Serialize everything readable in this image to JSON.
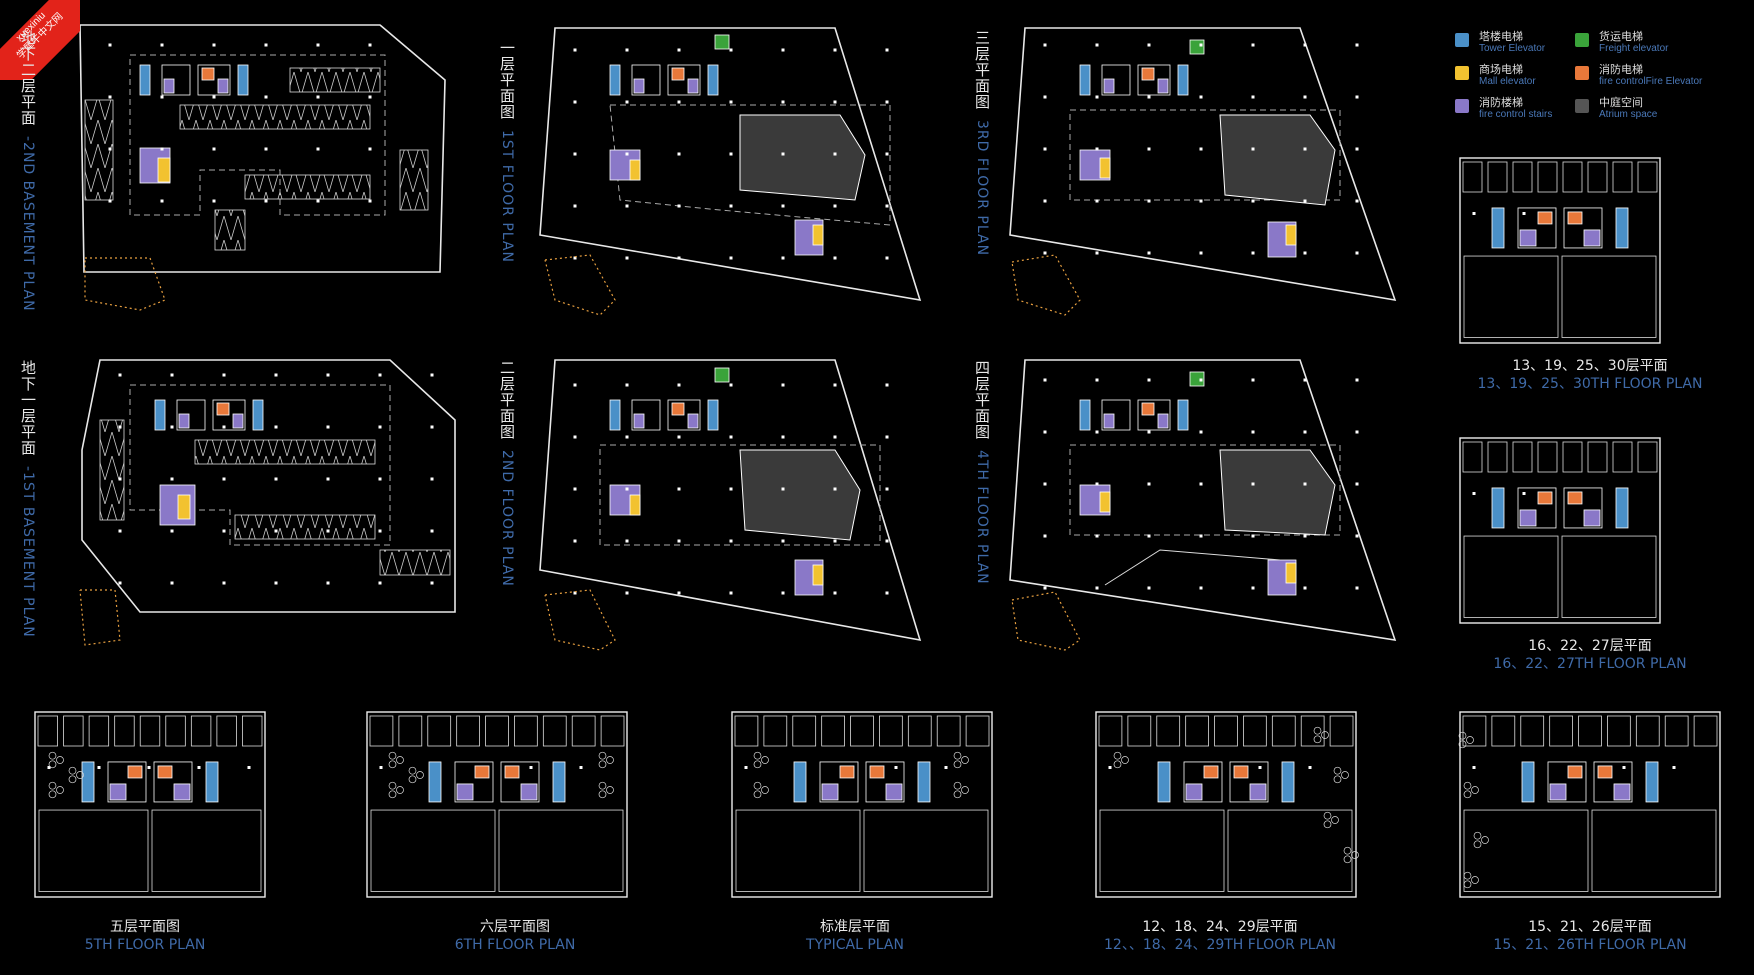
{
  "watermark": {
    "line1": "xuexiniu",
    "line2": "学犀牛中文网"
  },
  "legend": [
    {
      "cn": "塔楼电梯",
      "en": "Tower Elevator",
      "color": "#4a90c8"
    },
    {
      "cn": "货运电梯",
      "en": "Freight elevator",
      "color": "#3aa33a"
    },
    {
      "cn": "商场电梯",
      "en": "Mall elevator",
      "color": "#f2c230"
    },
    {
      "cn": "消防电梯",
      "en": "fire controlFire Elevator",
      "color": "#e8783a"
    },
    {
      "cn": "消防楼梯",
      "en": "fire control stairs",
      "color": "#8a78c8"
    },
    {
      "cn": "中庭空间",
      "en": "Atrium space",
      "color": "#555555"
    }
  ],
  "plans": {
    "b2": {
      "cn": "地下二层平面",
      "en": "-2ND BASEMENT PLAN"
    },
    "b1": {
      "cn": "地下一层平面",
      "en": "-1ST BASEMENT PLAN"
    },
    "f1": {
      "cn": "一层平面图",
      "en": "1ST FLOOR PLAN"
    },
    "f2": {
      "cn": "二层平面图",
      "en": "2ND FLOOR PLAN"
    },
    "f3": {
      "cn": "三层平面图",
      "en": "3RD FLOOR PLAN"
    },
    "f4": {
      "cn": "四层平面图",
      "en": "4TH FLOOR PLAN"
    },
    "f13": {
      "cn": "13、19、25、30层平面",
      "en": "13、19、25、30TH FLOOR PLAN"
    },
    "f16": {
      "cn": "16、22、27层平面",
      "en": "16、22、27TH FLOOR PLAN"
    },
    "f5": {
      "cn": "五层平面图",
      "en": "5TH FLOOR PLAN"
    },
    "f6": {
      "cn": "六层平面图",
      "en": "6TH FLOOR PLAN"
    },
    "typ": {
      "cn": "标准层平面",
      "en": "TYPICAL PLAN"
    },
    "f12": {
      "cn": "12、18、24、29层平面",
      "en": "12、、18、24、29TH FLOOR PLAN"
    },
    "f15": {
      "cn": "15、21、26层平面",
      "en": "15、21、26TH FLOOR PLAN"
    }
  }
}
